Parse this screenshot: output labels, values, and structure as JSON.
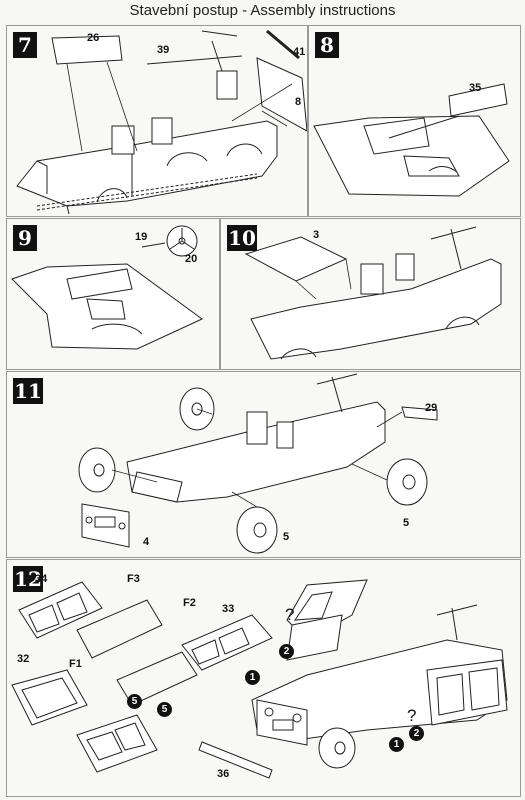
{
  "title": "Stavební postup - Assembly instructions",
  "steps": [
    {
      "number": "7",
      "callouts": [
        "26",
        "39",
        "41",
        "8"
      ]
    },
    {
      "number": "8",
      "callouts": [
        "35"
      ]
    },
    {
      "number": "9",
      "callouts": [
        "19",
        "20"
      ]
    },
    {
      "number": "10",
      "callouts": [
        "3"
      ]
    },
    {
      "number": "11",
      "callouts": [
        "29",
        "4",
        "5",
        "5"
      ]
    },
    {
      "number": "12",
      "callouts": [
        "34",
        "F3",
        "F2",
        "33",
        "32",
        "F1",
        "5",
        "5",
        "?",
        "2",
        "1",
        "?",
        "1",
        "2",
        "36"
      ]
    }
  ]
}
